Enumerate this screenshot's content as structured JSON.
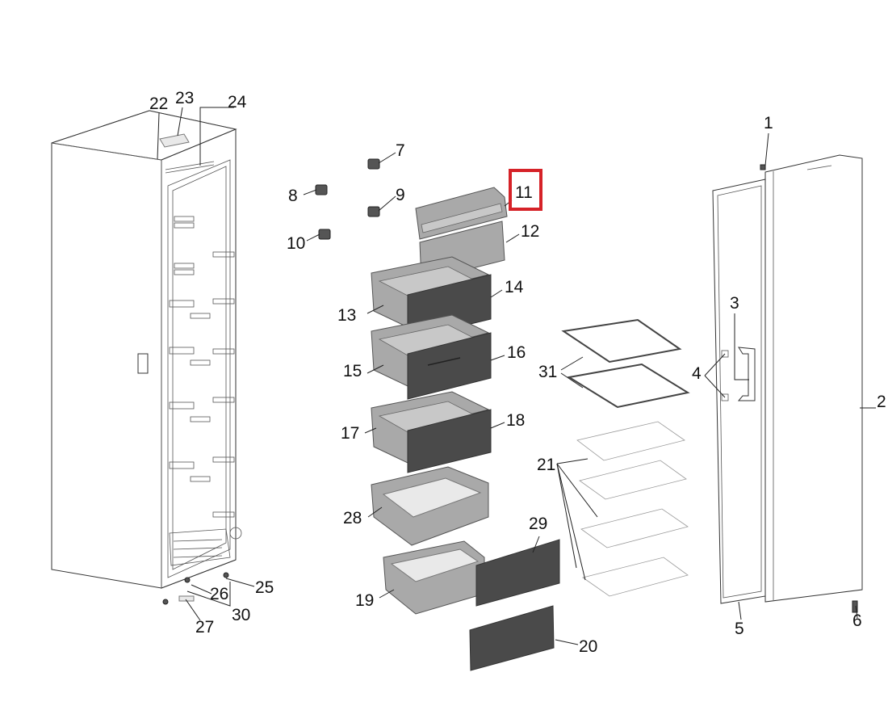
{
  "diagram": {
    "highlight_color": "#d62228",
    "highlighted_part": "11",
    "callouts": [
      "1",
      "2",
      "3",
      "4",
      "5",
      "6",
      "7",
      "8",
      "9",
      "10",
      "11",
      "12",
      "13",
      "14",
      "15",
      "16",
      "17",
      "18",
      "19",
      "20",
      "21",
      "22",
      "23",
      "24",
      "25",
      "26",
      "27",
      "28",
      "29",
      "30",
      "31"
    ]
  }
}
